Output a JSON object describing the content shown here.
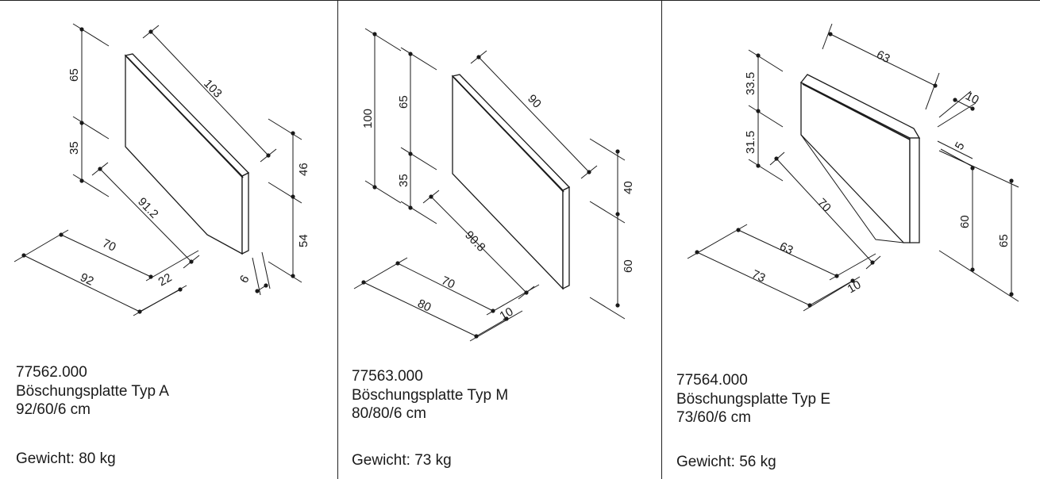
{
  "products": [
    {
      "article": "77562.000",
      "name": "Böschungsplatte Typ A",
      "dims": "92/60/6 cm",
      "weight": "Gewicht: 80 kg",
      "labels": [
        "65",
        "35",
        "103",
        "46",
        "54",
        "91.2",
        "70",
        "92",
        "22",
        "6"
      ]
    },
    {
      "article": "77563.000",
      "name": "Böschungsplatte Typ M",
      "dims": "80/80/6 cm",
      "weight": "Gewicht: 73 kg",
      "labels": [
        "100",
        "65",
        "35",
        "90",
        "40",
        "60",
        "90.8",
        "70",
        "80",
        "10"
      ]
    },
    {
      "article": "77564.000",
      "name": "Böschungsplatte Typ E",
      "dims": "73/60/6 cm",
      "weight": "Gewicht: 56 kg",
      "labels": [
        "63",
        "33.5",
        "31.5",
        "10",
        "5",
        "70",
        "60",
        "65",
        "63",
        "73",
        "10"
      ]
    }
  ]
}
